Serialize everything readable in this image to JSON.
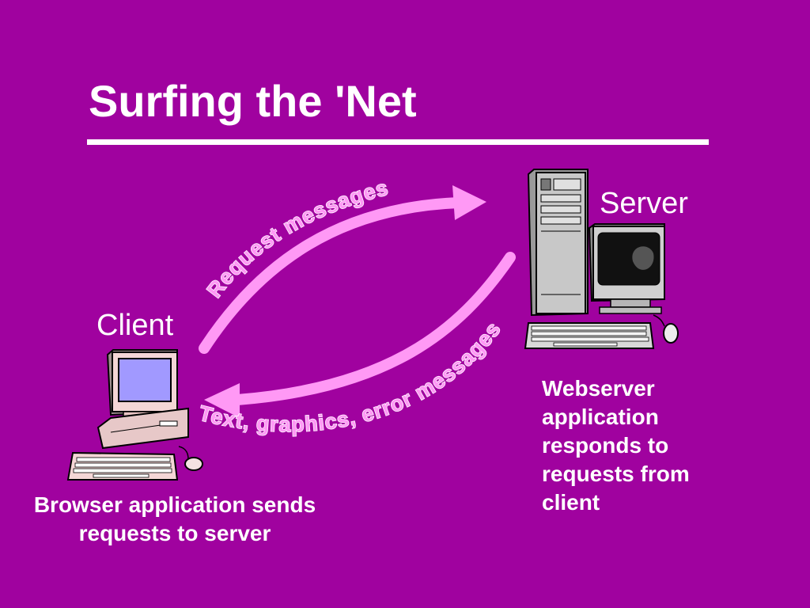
{
  "slide": {
    "title": "Surfing the 'Net",
    "client_label": "Client",
    "server_label": "Server",
    "client_description": "Browser application sends requests to server",
    "server_description": "Webserver application responds to requests from client"
  },
  "arrows": {
    "request_label": "Request messages",
    "response_label": "Text, graphics, error messages"
  },
  "colors": {
    "background": "#a0029f",
    "arrow": "#ff99f5",
    "text": "#ffffff"
  },
  "icons": {
    "client": "desktop-computer-icon",
    "server": "tower-server-icon"
  }
}
